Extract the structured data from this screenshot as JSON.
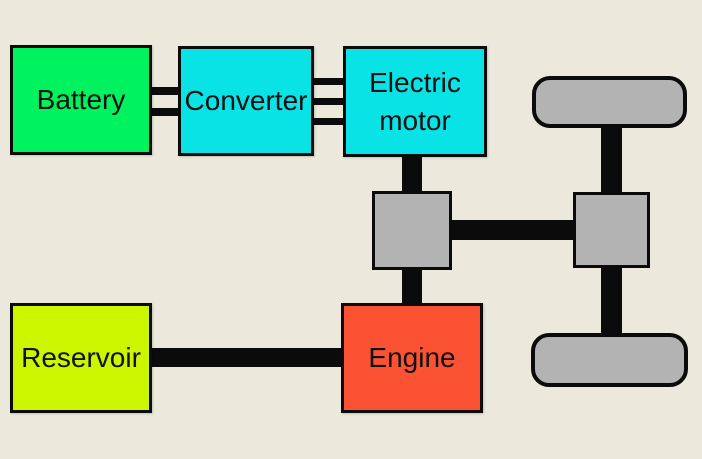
{
  "colors": {
    "background": "#ECE9DC",
    "line": "#0B0B0B",
    "battery": "#00F25E",
    "converter": "#0AE3E6",
    "electric_motor": "#0AE3E6",
    "reservoir": "#CCF500",
    "engine": "#FA5233",
    "gray_component": "#B3B3B3"
  },
  "nodes": {
    "battery": {
      "label": "Battery"
    },
    "converter": {
      "label": "Converter"
    },
    "electric_motor": {
      "label": "Electric motor"
    },
    "reservoir": {
      "label": "Reservoir"
    },
    "engine": {
      "label": "Engine"
    }
  }
}
